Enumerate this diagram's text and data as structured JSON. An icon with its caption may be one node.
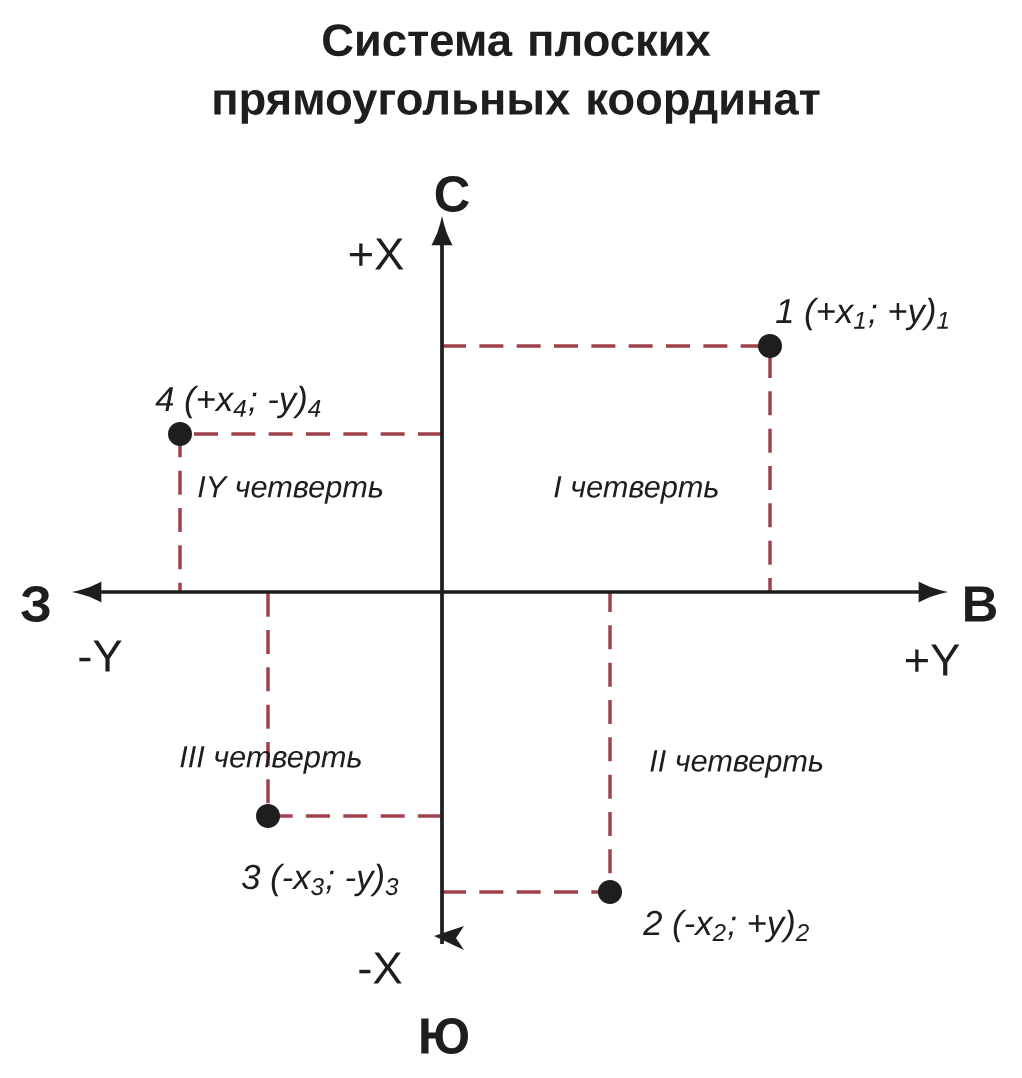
{
  "diagram": {
    "title": "Система плоских прямоугольных координат",
    "nodes": [
      {
        "text": [],
        "shape": "circle",
        "beside": [
          "1 (+x$_{1}$; +y)$_{1}$"
        ]
      },
      {
        "text": [],
        "shape": "circle",
        "beside": [
          "4 (+x$_{4}$; -y)$_{4}$"
        ]
      },
      {
        "text": [],
        "shape": "circle",
        "beside": [
          "3 (-x$_{3}$; -y)$_{3}$"
        ]
      },
      {
        "text": [],
        "shape": "circle",
        "beside": [
          "2 (-x$_{2}$; +y)$_{2}$"
        ]
      }
    ],
    "labels": [
      "С",
      "+X",
      "IY четверть",
      "I четверть",
      "З",
      "В",
      "-Y",
      "+Y",
      "III четверть",
      "II четверть",
      "-X",
      "Ю"
    ]
  }
}
